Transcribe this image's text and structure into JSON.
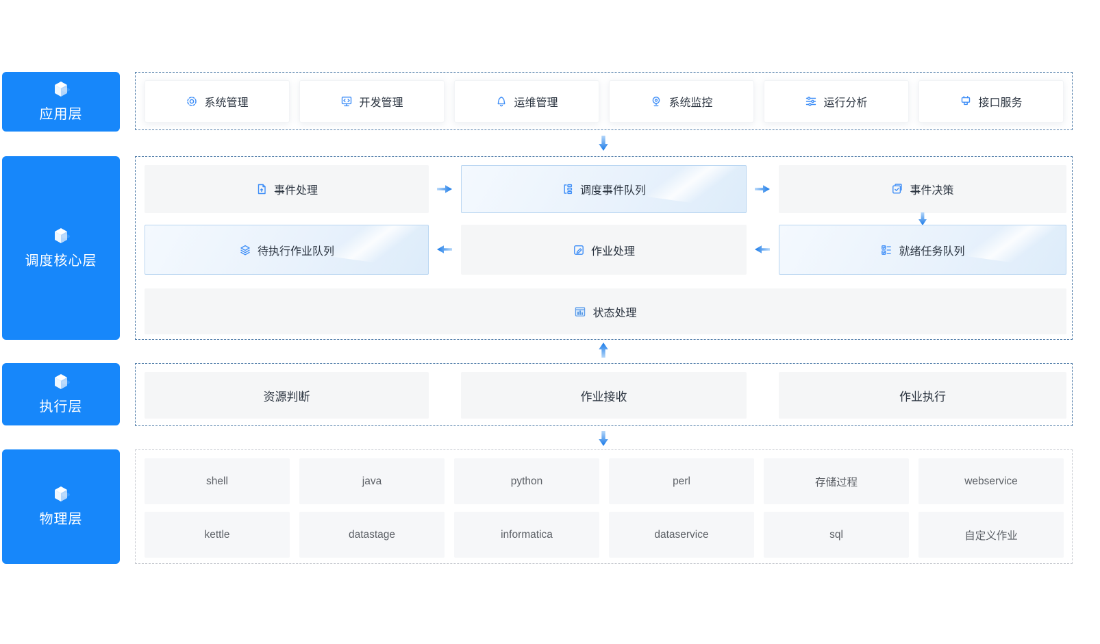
{
  "colors": {
    "primary_blue": "#1787fa",
    "arrow_dark": "#1678e8",
    "arrow_light": "#b5d7f9",
    "dashed_blue_border": "#4e7ba8",
    "dashed_gray_border": "#c9ccd2",
    "gray_box": "#f5f6f7",
    "highlight_box_border": "#b8d5f1",
    "icon_blue": "#3e8ef7"
  },
  "side_layers": [
    {
      "label": "应用层",
      "icon": "cube-icon"
    },
    {
      "label": "调度核心层",
      "icon": "cube-icon"
    },
    {
      "label": "执行层",
      "icon": "cube-icon"
    },
    {
      "label": "物理层",
      "icon": "cube-icon"
    }
  ],
  "application_layer": {
    "items": [
      {
        "label": "系统管理",
        "icon": "gear-icon"
      },
      {
        "label": "开发管理",
        "icon": "dev-monitor-icon"
      },
      {
        "label": "运维管理",
        "icon": "alarm-icon"
      },
      {
        "label": "系统监控",
        "icon": "webcam-icon"
      },
      {
        "label": "运行分析",
        "icon": "sliders-icon"
      },
      {
        "label": "接口服务",
        "icon": "interface-icon"
      }
    ]
  },
  "core_layer": {
    "row1": [
      {
        "label": "事件处理",
        "icon": "document-arrow-icon",
        "style": "gray"
      },
      {
        "label": "调度事件队列",
        "icon": "queue-tree-icon",
        "style": "highlight"
      },
      {
        "label": "事件决策",
        "icon": "check-doc-icon",
        "style": "gray"
      }
    ],
    "row2": [
      {
        "label": "待执行作业队列",
        "icon": "layers-icon",
        "style": "highlight"
      },
      {
        "label": "作业处理",
        "icon": "edit-square-icon",
        "style": "gray"
      },
      {
        "label": "就绪任务队列",
        "icon": "task-list-icon",
        "style": "highlight"
      }
    ],
    "row3": {
      "label": "状态处理",
      "icon": "status-chart-icon",
      "style": "gray"
    }
  },
  "execution_layer": {
    "items": [
      {
        "label": "资源判断"
      },
      {
        "label": "作业接收"
      },
      {
        "label": "作业执行"
      }
    ]
  },
  "physical_layer": {
    "row1": [
      {
        "label": "shell"
      },
      {
        "label": "java"
      },
      {
        "label": "python"
      },
      {
        "label": "perl"
      },
      {
        "label": "存储过程"
      },
      {
        "label": "webservice"
      }
    ],
    "row2": [
      {
        "label": "kettle"
      },
      {
        "label": "datastage"
      },
      {
        "label": "informatica"
      },
      {
        "label": "dataservice"
      },
      {
        "label": "sql"
      },
      {
        "label": "自定义作业"
      }
    ]
  }
}
